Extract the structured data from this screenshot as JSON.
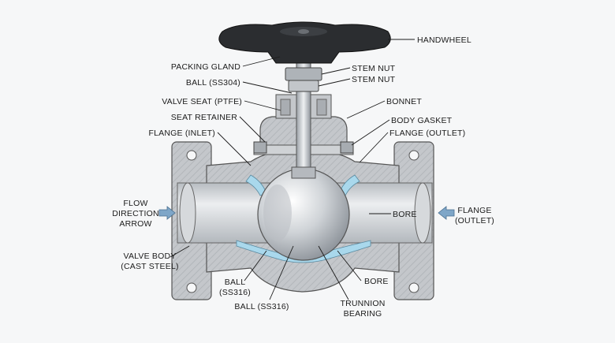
{
  "diagram": {
    "labels": {
      "handwheel": "HANDWHEEL",
      "packing_gland": "PACKING GLAND",
      "stem_nut_1": "STEM NUT",
      "stem_nut_2": "STEM NUT",
      "ball_ss304": "BALL (SS304)",
      "valve_seat_ptfe": "VALVE SEAT (PTFE)",
      "bonnet": "BONNET",
      "seat_retainer": "SEAT RETAINER",
      "body_gasket": "BODY GASKET",
      "flange_inlet": "FLANGE (INLET)",
      "flange_outlet_top": "FLANGE (OUTLET)",
      "flow_direction_1": "FLOW",
      "flow_direction_2": "DIRECTION",
      "flow_direction_3": "ARROW",
      "bore_right": "BORE",
      "flange_outlet_right_1": "FLANGE",
      "flange_outlet_right_2": "(OUTLET)",
      "valve_body_1": "VALVE BODY",
      "valve_body_2": "(CAST STEEL)",
      "ball_ss316_left_1": "BALL",
      "ball_ss316_left_2": "(SS316)",
      "ball_ss316_bottom": "BALL (SS316)",
      "bore_bottom": "BORE",
      "trunnion_1": "TRUNNION",
      "trunnion_2": "BEARING"
    },
    "colors": {
      "metal": "#c9ccd0",
      "metal_dark": "#8f959c",
      "bore": "#dfe2e5",
      "seat": "#a9d8ec",
      "handwheel": "#2b2d30",
      "arrow": "#7ea6c8"
    }
  }
}
